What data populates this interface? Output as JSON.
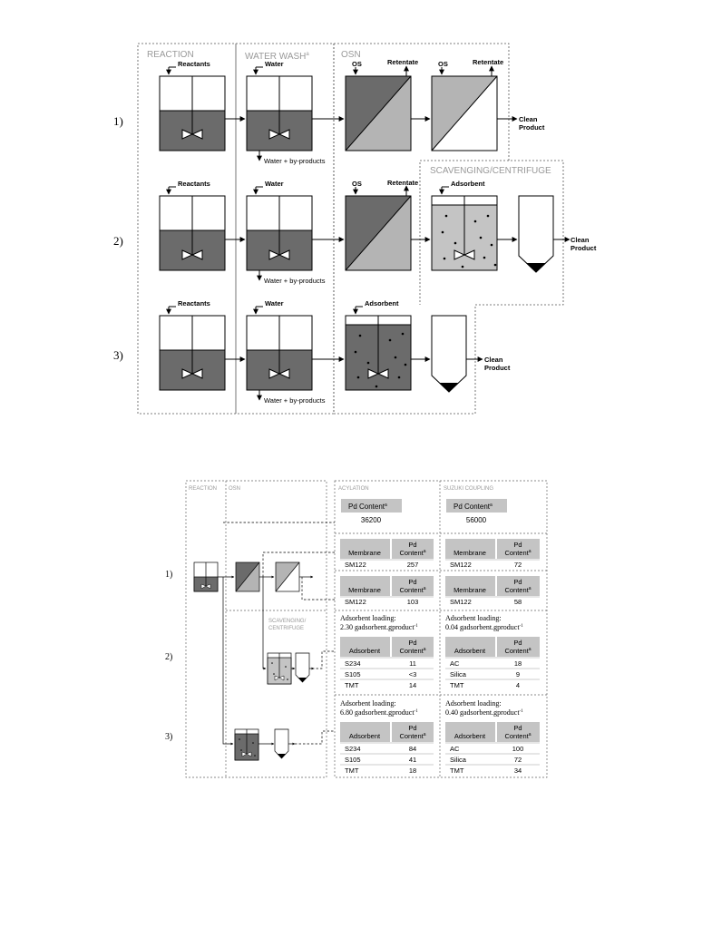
{
  "top": {
    "sections": [
      "REACTION",
      "WATER WASH",
      "OSN",
      "SCAVENGING/CENTRIFUGE"
    ],
    "water_wash_sup": "a",
    "rows": [
      "1)",
      "2)",
      "3)"
    ],
    "labels": {
      "reactants": "Reactants",
      "water": "Water",
      "os": "OS",
      "retentate": "Retentate",
      "adsorbent": "Adsorbent",
      "water_byproducts": "Water + by-products",
      "clean": "Clean",
      "product": "Product"
    }
  },
  "bottom": {
    "left_headers": [
      "REACTION",
      "OSN"
    ],
    "scav_header": [
      "SCAVENGING/",
      "CENTRIFUGE"
    ],
    "rows": [
      "1)",
      "2)",
      "3)"
    ],
    "columns": [
      "ACYLATION",
      "SUZUKI COUPLING"
    ],
    "pd_content_label": "Pd Content",
    "sup_a": "a",
    "initial": [
      "36200",
      "56000"
    ],
    "col_pd": "Pd",
    "col_content": "Content",
    "membrane_header": "Membrane",
    "adsorbent_header": "Adsorbent",
    "osn1": [
      [
        [
          "SM122",
          "257"
        ]
      ],
      [
        [
          "SM122",
          "72"
        ]
      ]
    ],
    "osn2": [
      [
        [
          "SM122",
          "103"
        ]
      ],
      [
        [
          "SM122",
          "58"
        ]
      ]
    ],
    "loading_label": "Adsorbent loading:",
    "loading_row2": [
      "2.30 gadsorbent.gproduct",
      "0.04 gadsorbent.gproduct"
    ],
    "loading_row3": [
      "6.80 gadsorbent.gproduct",
      "0.40 gadsorbent.gproduct"
    ],
    "loading_sup": "-1",
    "ads_row2": [
      [
        [
          "S234",
          "11"
        ],
        [
          "S105",
          "<3"
        ],
        [
          "TMT",
          "14"
        ]
      ],
      [
        [
          "AC",
          "18"
        ],
        [
          "Silica",
          "9"
        ],
        [
          "TMT",
          "4"
        ]
      ]
    ],
    "ads_row3": [
      [
        [
          "S234",
          "84"
        ],
        [
          "S105",
          "41"
        ],
        [
          "TMT",
          "18"
        ]
      ],
      [
        [
          "AC",
          "100"
        ],
        [
          "Silica",
          "72"
        ],
        [
          "TMT",
          "34"
        ]
      ]
    ]
  }
}
